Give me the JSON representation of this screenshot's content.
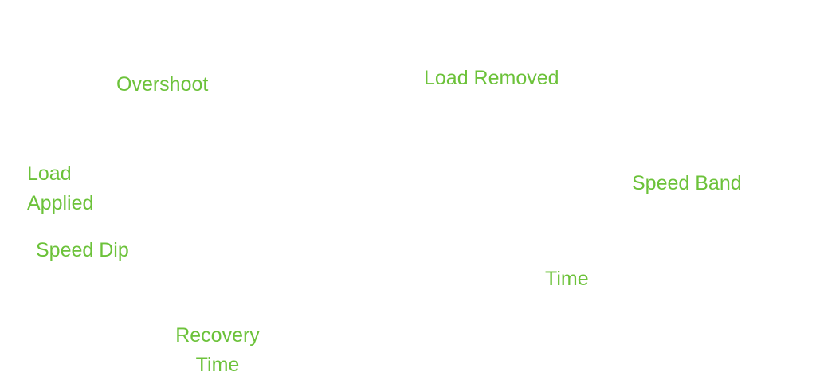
{
  "colors": {
    "label": "#6cc23a",
    "background": "#ffffff"
  },
  "labels": {
    "overshoot": "Overshoot",
    "load_removed": "Load Removed",
    "load_applied": [
      "Load",
      "Applied"
    ],
    "speed_band": "Speed Band",
    "speed_dip": "Speed Dip",
    "time": "Time",
    "recovery_time": [
      "Recovery",
      "Time"
    ]
  }
}
